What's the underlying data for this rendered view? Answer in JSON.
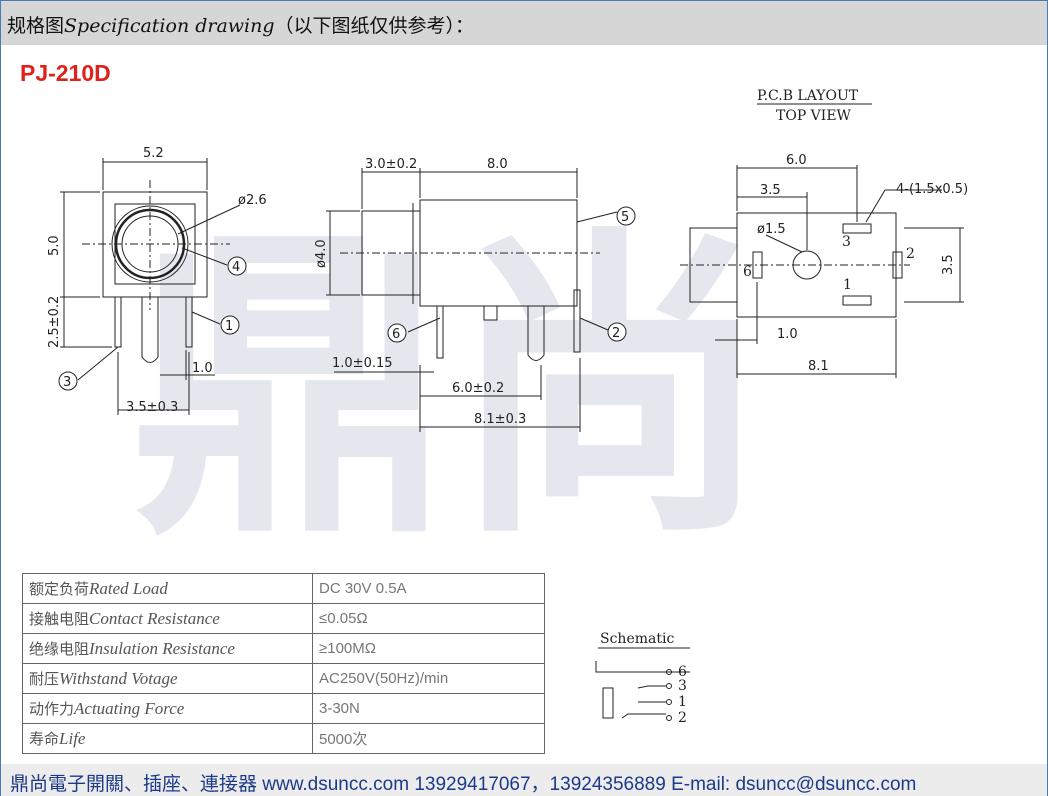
{
  "header": {
    "prefix": "规格图",
    "italic": "Specification drawing",
    "suffix": "（以下图纸仅供参考）："
  },
  "model": "PJ-210D",
  "watermark": "鼎尚",
  "drawing": {
    "pcb_title": "P.C.B LAYOUT",
    "pcb_subtitle": "TOP VIEW",
    "front": {
      "width": "5.2",
      "height": "5.0",
      "hole": "ø2.6",
      "pin_len": "2.5±0.2",
      "pitch": "3.5±0.3",
      "thick": "1.0",
      "callout_4": "4",
      "callout_1": "1",
      "callout_3": "3"
    },
    "side": {
      "nose": "3.0±0.2",
      "body": "8.0",
      "dia": "ø4.0",
      "pin_w": "1.0±0.15",
      "span": "6.0±0.2",
      "total": "8.1±0.3",
      "callout_5": "5",
      "callout_6": "6",
      "callout_2": "2"
    },
    "pcb": {
      "w6": "6.0",
      "w35": "3.5",
      "pads": "4-(1.5x0.5)",
      "hole": "ø1.5",
      "h35": "3.5",
      "w1": "1.0",
      "w81": "8.1",
      "p1": "1",
      "p2": "2",
      "p3": "3",
      "p6": "6"
    },
    "schematic": {
      "title": "Schematic",
      "p6": "6",
      "p3": "3",
      "p1": "1",
      "p2": "2"
    }
  },
  "specs": [
    {
      "cn": "额定负荷",
      "en": "Rated Load",
      "value": "DC 30V 0.5A"
    },
    {
      "cn": "接触电阻",
      "en": "Contact Resistance",
      "value": "≤0.05Ω"
    },
    {
      "cn": "绝缘电阻",
      "en": "Insulation Resistance",
      "value": "≥100MΩ"
    },
    {
      "cn": "耐压",
      "en": "Withstand Votage",
      "value": "AC250V(50Hz)/min"
    },
    {
      "cn": "动作力",
      "en": "Actuating Force",
      "value": "3-30N"
    },
    {
      "cn": "寿命",
      "en": "Life",
      "value": "5000次"
    }
  ],
  "footer": "鼎尚電子開關、插座、連接器   www.dsuncc.com   13929417067，13924356889  E-mail: dsuncc@dsuncc.com"
}
